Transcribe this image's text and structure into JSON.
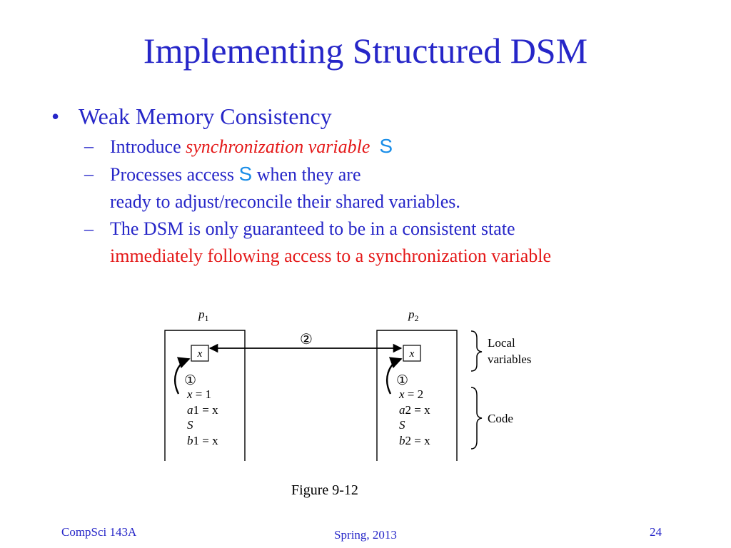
{
  "slide": {
    "title": "Implementing Structured DSM",
    "bullet": "Weak Memory Consistency",
    "sub1": {
      "prefix": "Introduce ",
      "emph": "synchronization variable",
      "symbol": "S"
    },
    "sub2": {
      "prefix": "Processes access ",
      "symbol": "S",
      "suffix": " when they are",
      "line2": "ready to adjust/reconcile their shared variables."
    },
    "sub3": {
      "line1": "The DSM is only guaranteed to be in a consistent state",
      "line2": "immediately following access to a synchronization variable"
    }
  },
  "figure": {
    "p1": {
      "name": "p",
      "sub": "1",
      "box": "x",
      "step": "①",
      "code": [
        [
          "x",
          " = 1"
        ],
        [
          "a",
          "1 = x"
        ],
        [
          "S",
          ""
        ],
        [
          "b",
          "1 = x"
        ]
      ]
    },
    "p2": {
      "name": "p",
      "sub": "2",
      "box": "x",
      "step": "①",
      "code": [
        [
          "x",
          " = 2"
        ],
        [
          "a",
          "2 = x"
        ],
        [
          "S",
          ""
        ],
        [
          "b",
          "2 = x"
        ]
      ]
    },
    "step2": "②",
    "label_local_1": "Local",
    "label_local_2": "variables",
    "label_code": "Code",
    "caption": "Figure 9-12"
  },
  "footer": {
    "left": "CompSci 143A",
    "center": "Spring, 2013",
    "right": "24"
  }
}
